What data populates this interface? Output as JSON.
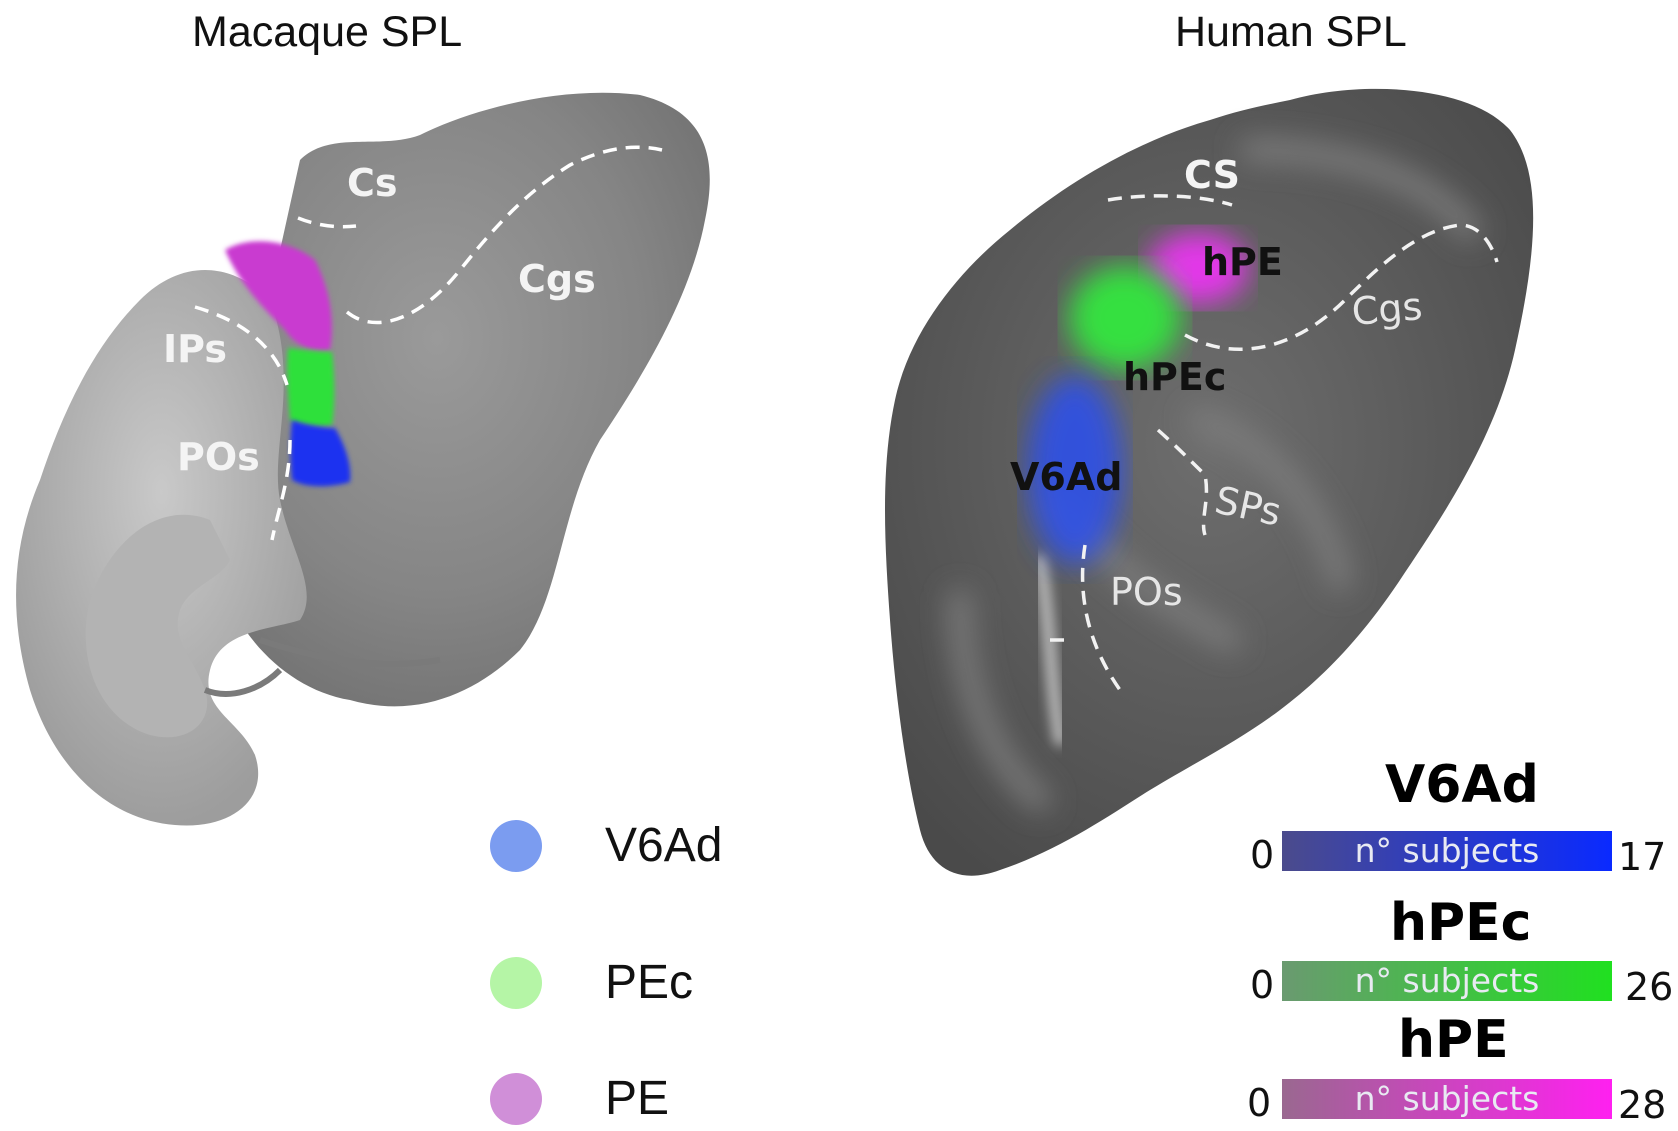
{
  "titles": {
    "left": "Macaque SPL",
    "right": "Human SPL"
  },
  "macaque_labels": {
    "cs": "Cs",
    "cgs": "Cgs",
    "ips": "IPs",
    "pos": "POs"
  },
  "human_labels": {
    "cs": "CS",
    "cgs": "Cgs",
    "sps": "SPs",
    "pos": "POs",
    "hpe": "hPE",
    "hpec": "hPEc",
    "v6ad": "V6Ad"
  },
  "legend": [
    {
      "label": "V6Ad",
      "color": "#7b9cf0"
    },
    {
      "label": "PEc",
      "color": "#b5f5a6"
    },
    {
      "label": "PE",
      "color": "#d08fd8"
    }
  ],
  "colorbars": [
    {
      "title": "V6Ad",
      "min": "0",
      "max": "17",
      "caption": "n° subjects",
      "color_start": "#4b4b8c",
      "color_end": "#0a2aff"
    },
    {
      "title": "hPEc",
      "min": "0",
      "max": "26",
      "caption": "n° subjects",
      "color_start": "#6a9a70",
      "color_end": "#20e020"
    },
    {
      "title": "hPE",
      "min": "0",
      "max": "28",
      "caption": "n° subjects",
      "color_start": "#9a6890",
      "color_end": "#ff20f0"
    }
  ],
  "colors": {
    "macaque_brain": "#8a8a8a",
    "human_brain": "#5a5a5a",
    "sulcus_line": "#ffffff"
  }
}
